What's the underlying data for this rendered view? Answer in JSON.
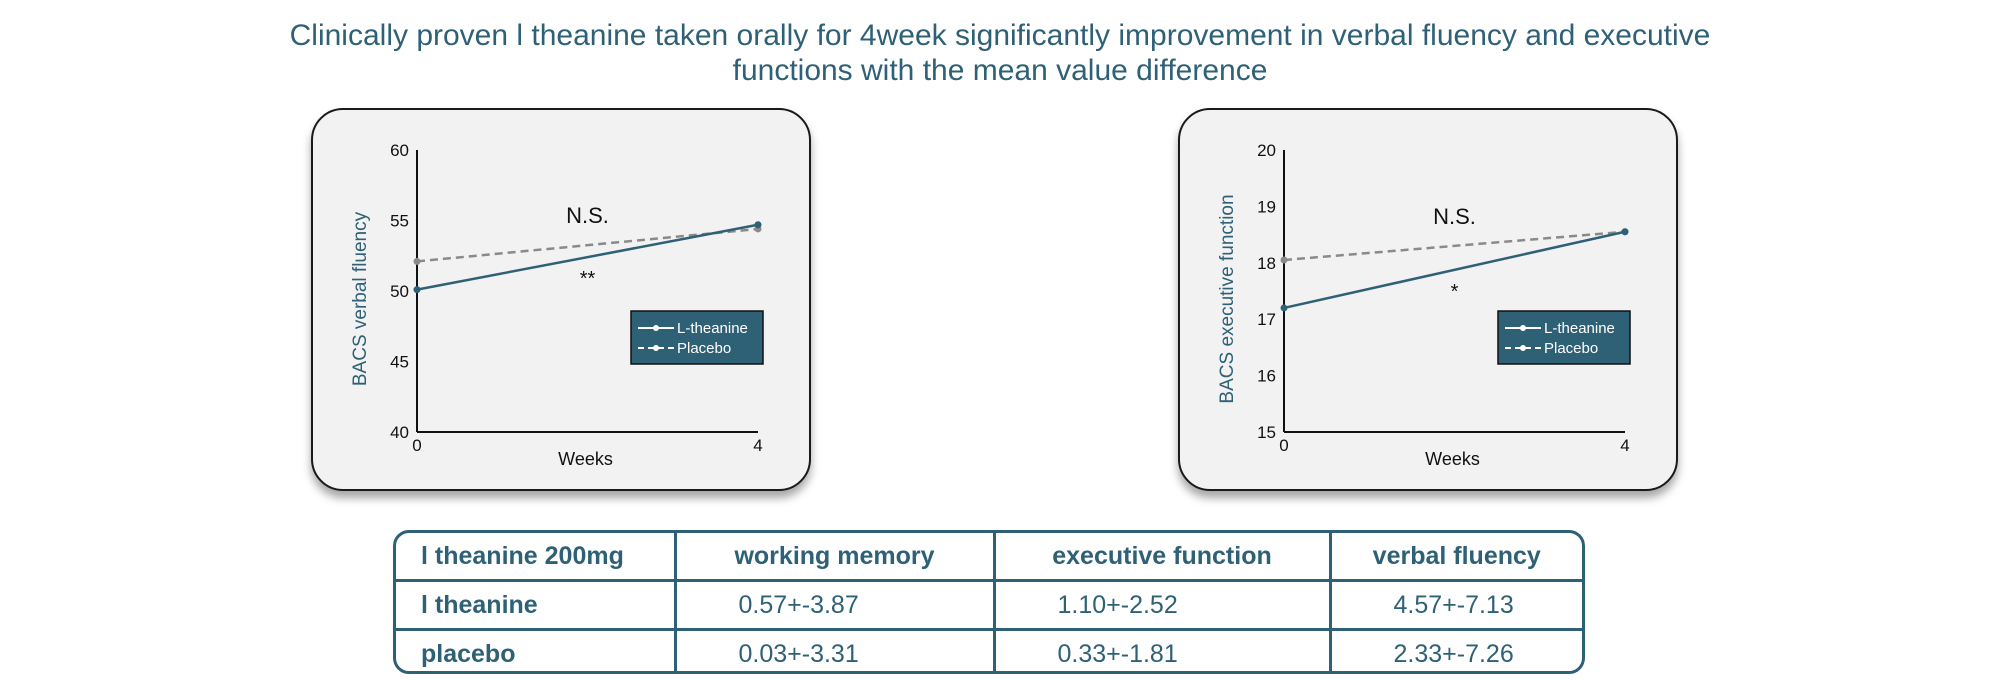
{
  "title": "Clinically proven l theanine taken orally for 4week significantly improvement in verbal fluency and executive functions with the mean value difference",
  "colors": {
    "accent": "#2e6076",
    "placebo": "#8a8a8a",
    "panel": "#f2f2f2"
  },
  "chart_data": [
    {
      "type": "line",
      "title": "",
      "xlabel": "Weeks",
      "ylabel": "BACS verbal fluency",
      "x": [
        0,
        4
      ],
      "xlim": [
        0,
        4
      ],
      "ylim": [
        40,
        60
      ],
      "yticks": [
        "40",
        "45",
        "50",
        "55",
        "60"
      ],
      "xticks": [
        "0",
        "4"
      ],
      "series": [
        {
          "name": "L-theanine",
          "values": [
            50.1,
            54.7
          ],
          "style": "solid"
        },
        {
          "name": "Placebo",
          "values": [
            52.1,
            54.4
          ],
          "style": "dashed"
        }
      ],
      "annotations": {
        "placebo": "N.S.",
        "theanine": "**"
      },
      "grid": false,
      "legend": "bottom-right"
    },
    {
      "type": "line",
      "title": "",
      "xlabel": "Weeks",
      "ylabel": "BACS executive function",
      "x": [
        0,
        4
      ],
      "xlim": [
        0,
        4
      ],
      "ylim": [
        15,
        20
      ],
      "yticks": [
        "15",
        "16",
        "17",
        "18",
        "19",
        "20"
      ],
      "xticks": [
        "0",
        "4"
      ],
      "series": [
        {
          "name": "L-theanine",
          "values": [
            17.2,
            18.55
          ],
          "style": "solid"
        },
        {
          "name": "Placebo",
          "values": [
            18.05,
            18.55
          ],
          "style": "dashed"
        }
      ],
      "annotations": {
        "placebo": "N.S.",
        "theanine": "*"
      },
      "grid": false,
      "legend": "bottom-right"
    }
  ],
  "table": {
    "headers": [
      "l theanine 200mg",
      "working memory",
      "executive function",
      "verbal fluency"
    ],
    "rows": [
      [
        "l theanine",
        "0.57+-3.87",
        "1.10+-2.52",
        "4.57+-7.13"
      ],
      [
        "placebo",
        "0.03+-3.31",
        "0.33+-1.81",
        "2.33+-7.26"
      ]
    ]
  }
}
